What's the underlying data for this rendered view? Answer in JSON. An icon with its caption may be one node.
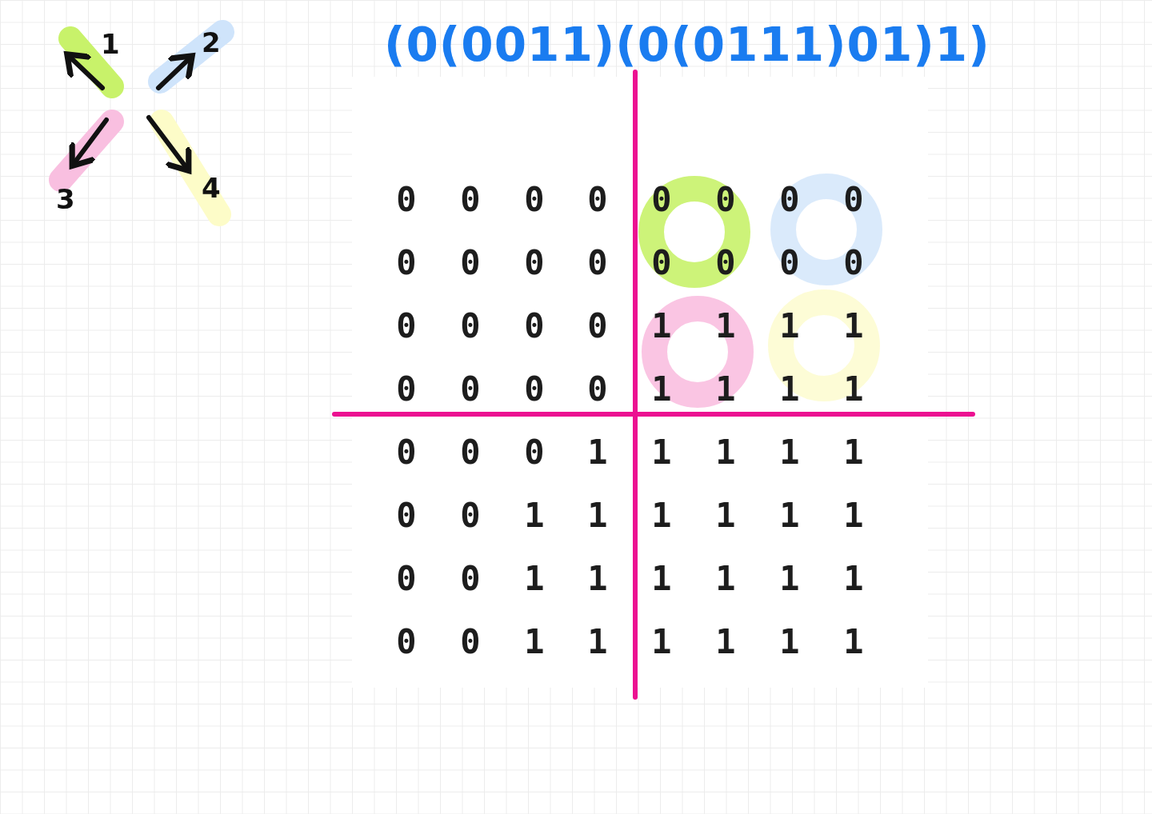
{
  "diagram": {
    "title": "(0(0011)(0(0111)01)1)",
    "labels": [
      "1",
      "2",
      "3",
      "4",
      "0",
      "0",
      "0",
      "0",
      "0",
      "0",
      "0",
      "0",
      "0",
      "0",
      "0",
      "0",
      "0",
      "0",
      "0",
      "0",
      "0",
      "0",
      "0",
      "0",
      "1",
      "1",
      "1",
      "1",
      "0",
      "0",
      "0",
      "0",
      "1",
      "1",
      "1",
      "1",
      "0",
      "0",
      "0",
      "1",
      "1",
      "1",
      "1",
      "1",
      "0",
      "0",
      "1",
      "1",
      "1",
      "1",
      "1",
      "1",
      "0",
      "0",
      "1",
      "1",
      "1",
      "1",
      "1",
      "1",
      "0",
      "0",
      "1",
      "1",
      "1",
      "1",
      "1",
      "1"
    ]
  }
}
